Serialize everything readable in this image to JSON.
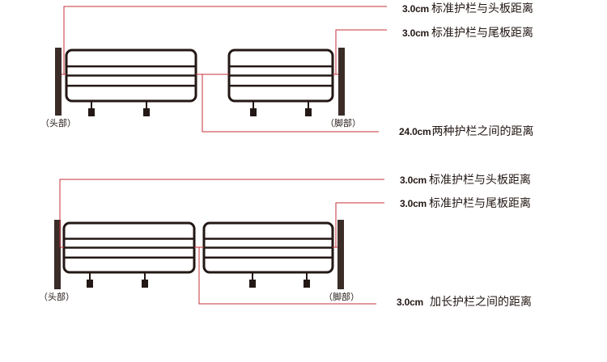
{
  "diagrams": [
    {
      "head_label": "（头部）",
      "foot_label": "（脚部）",
      "callouts": [
        {
          "value": "3.0cm",
          "text": "标准护栏与头板距离"
        },
        {
          "value": "3.0cm",
          "text": "标准护栏与尾板距离"
        },
        {
          "value": "24.0cm",
          "text": "两种护栏之间的距离"
        }
      ]
    },
    {
      "head_label": "（头部）",
      "foot_label": "（脚部）",
      "callouts": [
        {
          "value": "3.0cm",
          "text": "标准护栏与头板距离"
        },
        {
          "value": "3.0cm",
          "text": "标准护栏与尾板距离"
        },
        {
          "value": "3.0cm",
          "text": "加长护栏之间的距离"
        }
      ]
    }
  ],
  "colors": {
    "rail": "#231815",
    "board": "#3b2c28",
    "leader": "#c7323a",
    "text": "#231815"
  },
  "icons": [
    "headboard-post",
    "footboard-post",
    "bed-rail"
  ]
}
